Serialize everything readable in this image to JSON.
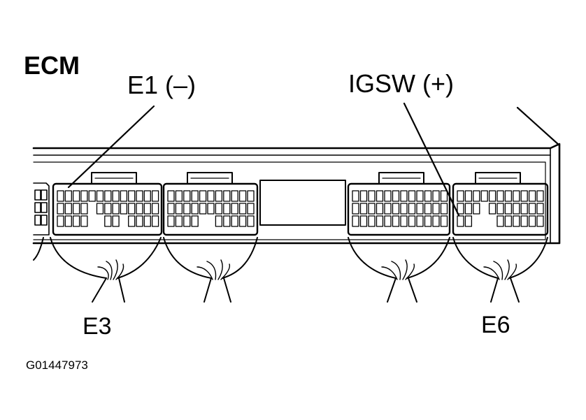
{
  "title": "ECM",
  "terminals": {
    "e1": "E1 (–)",
    "igsw": "IGSW (+)"
  },
  "connectors": {
    "e3": "E3",
    "e6": "E6"
  },
  "figure_id": "G01447973",
  "colors": {
    "ink": "#000000",
    "paper": "#ffffff"
  }
}
